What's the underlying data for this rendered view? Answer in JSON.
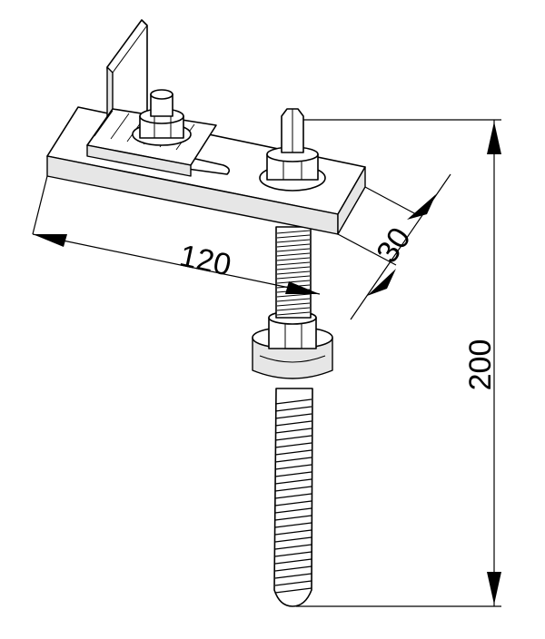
{
  "dimensions": {
    "length": "120",
    "width": "30",
    "height": "200"
  }
}
